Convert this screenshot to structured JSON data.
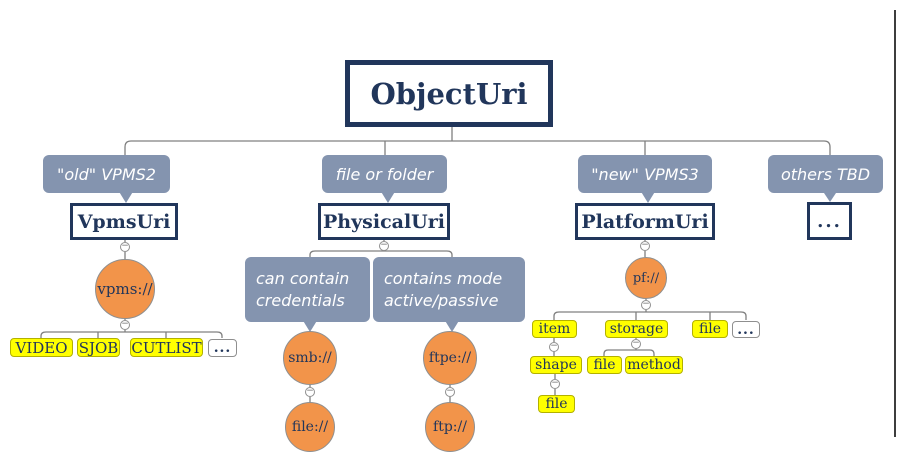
{
  "colors": {
    "navy": "#21365b",
    "slate": "#8494af",
    "orange": "#f2944a",
    "yellow": "#ffff00",
    "yellow_border": "#b3b100",
    "connector": "#808080"
  },
  "icons": {
    "collapse_toggle": "−"
  },
  "root": {
    "label": "ObjectUri"
  },
  "branches": {
    "vpms2": {
      "callout": "\"old\" VPMS2",
      "node": "VpmsUri",
      "scheme": "vpms://",
      "types": [
        "VIDEO",
        "SJOB",
        "CUTLIST",
        "..."
      ]
    },
    "physical": {
      "callout": "file or folder",
      "node": "PhysicalUri",
      "note_credentials": "can contain credentials",
      "note_mode": "contains mode active/passive",
      "scheme_smb": "smb://",
      "scheme_file": "file://",
      "scheme_ftpe": "ftpe://",
      "scheme_ftp": "ftp://"
    },
    "vpms3": {
      "callout": "\"new\" VPMS3",
      "node": "PlatformUri",
      "scheme": "pf://",
      "level1": [
        "item",
        "storage",
        "file",
        "..."
      ],
      "item_child": "shape",
      "shape_child": "file",
      "storage_children": [
        "file",
        "method"
      ]
    },
    "others": {
      "callout": "others TBD",
      "node": "..."
    }
  }
}
